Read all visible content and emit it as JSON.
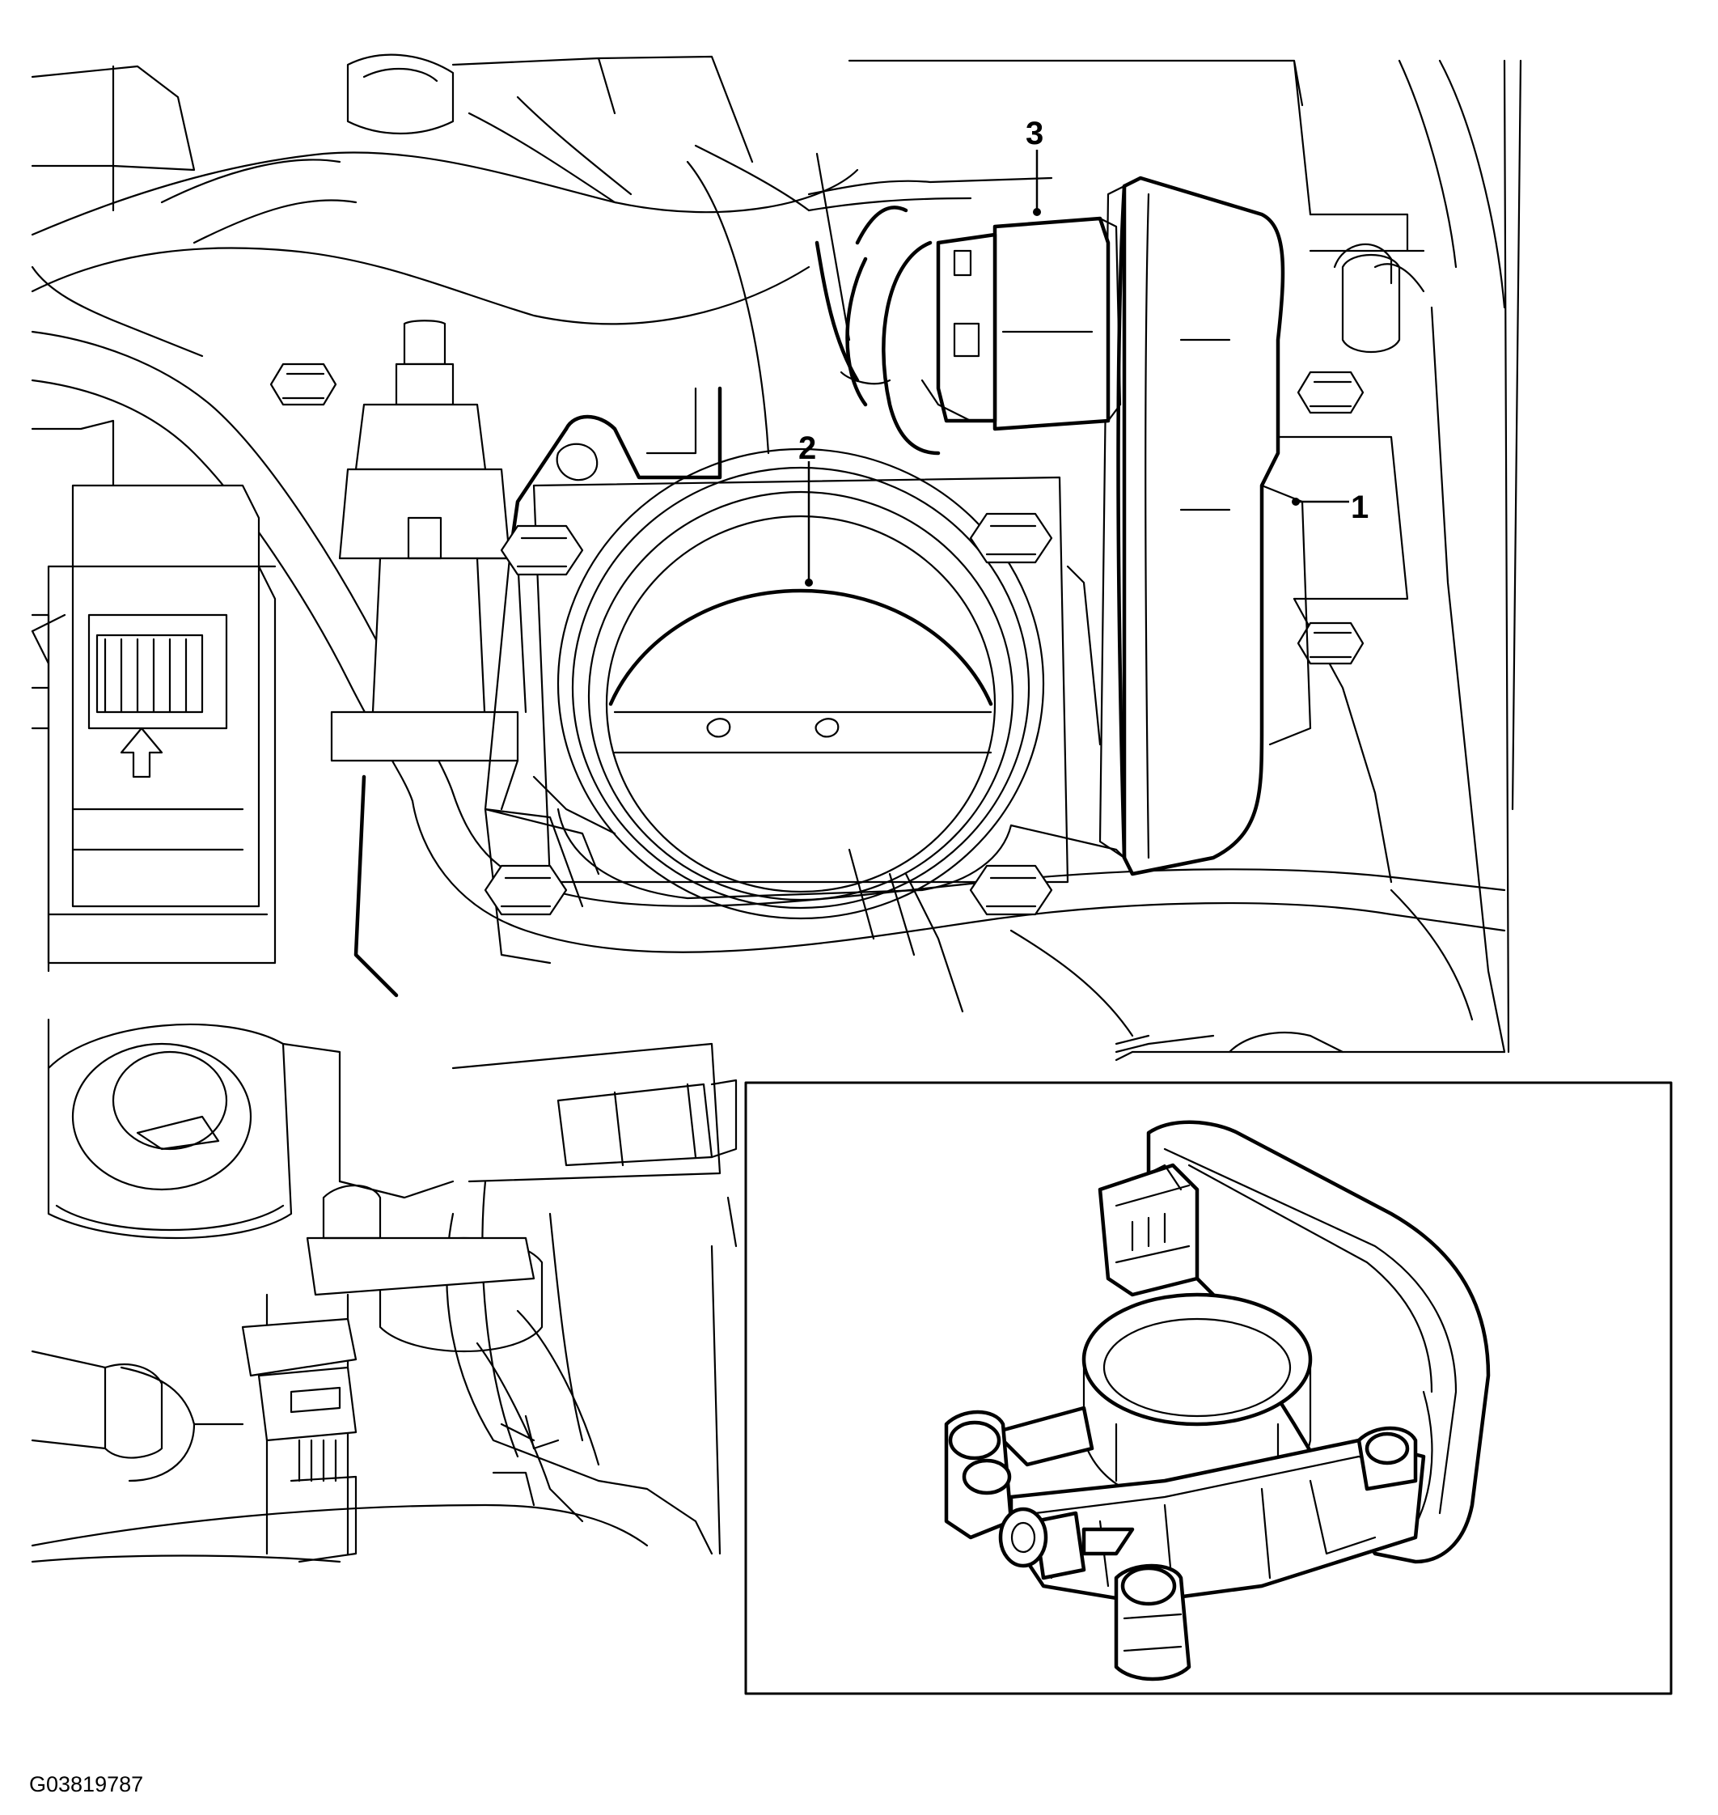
{
  "callouts": [
    {
      "id": "1",
      "label": "1"
    },
    {
      "id": "2",
      "label": "2"
    },
    {
      "id": "3",
      "label": "3"
    }
  ],
  "figure_id": "G03819787",
  "colors": {
    "line": "#000000",
    "background": "#ffffff"
  }
}
